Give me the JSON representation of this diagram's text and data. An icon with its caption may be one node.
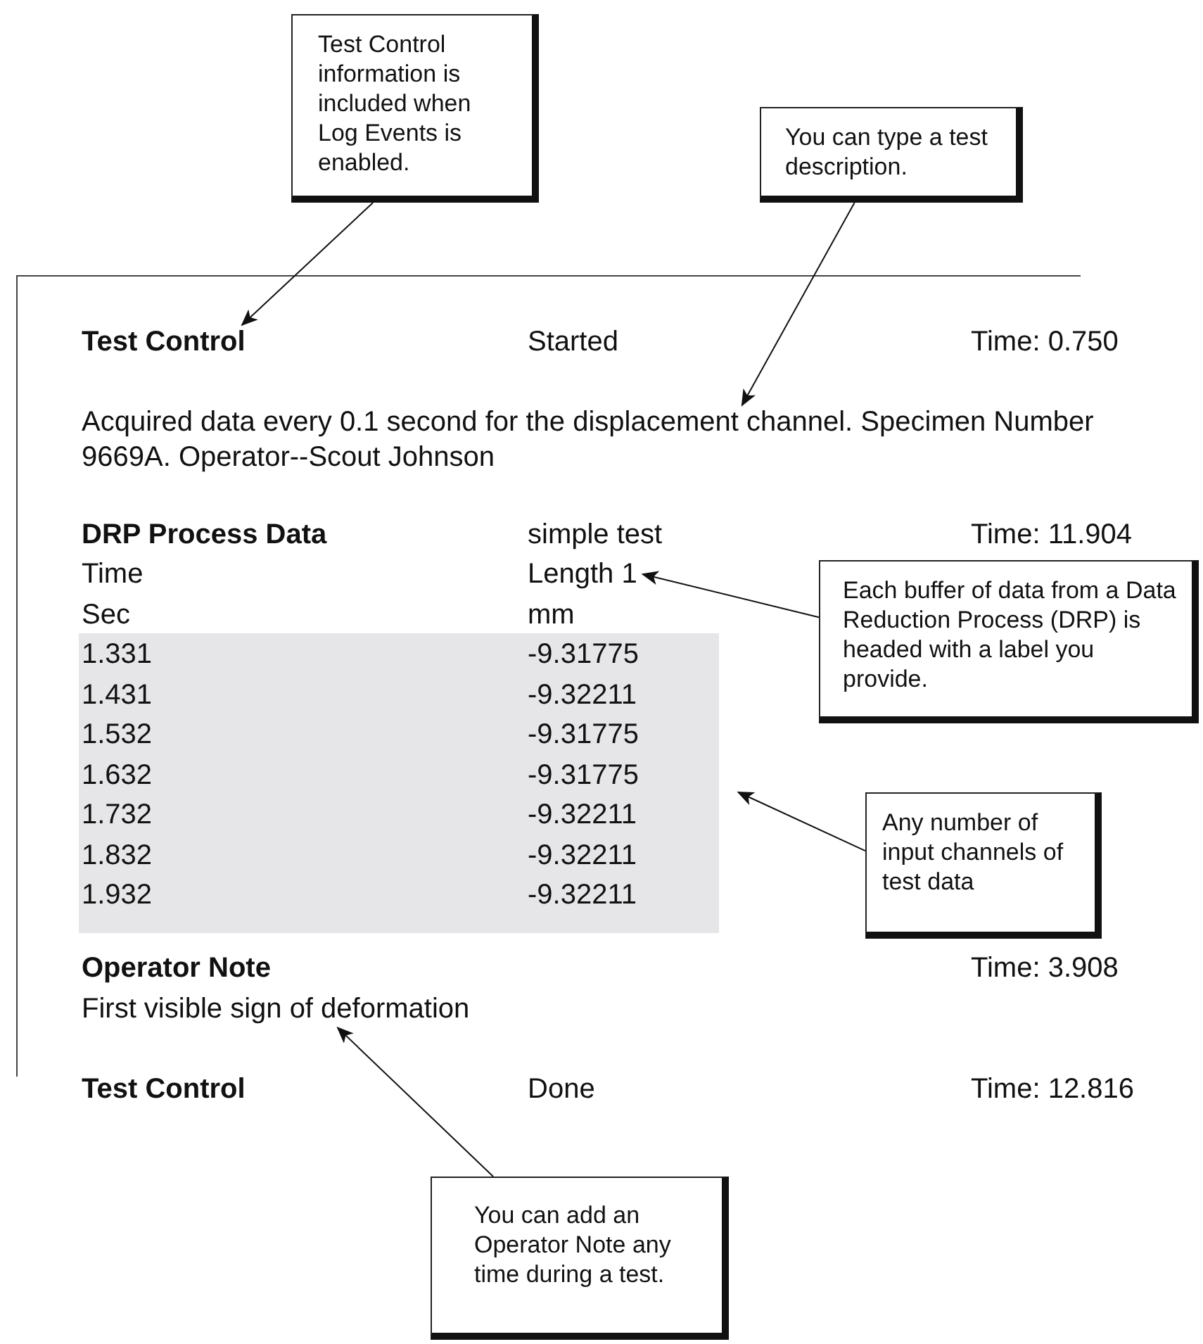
{
  "diagram": {
    "nodes": [
      {
        "text": [
          "Test Control information is included when Log Events is enabled."
        ]
      },
      {
        "text": [
          "You can type a test description."
        ]
      },
      {
        "text": [
          "Test Control"
        ]
      },
      {
        "text": [
          "Acquired data every 0.1 second for the displacement channel. Specimen Number 9669A. Operator--Scout Johnson"
        ]
      },
      {
        "text": [
          "Length 1"
        ]
      },
      {
        "text": [
          "Each buffer of data from a Data Reduction Process (DRP) is headed with a label you provide."
        ]
      },
      {
        "text": [
          "1.331",
          "-9.31775",
          "1.431",
          "-9.32211",
          "1.532",
          "-9.31775",
          "1.632",
          "-9.31775",
          "1.732",
          "-9.32211",
          "1.832",
          "-9.32211",
          "1.932",
          "-9.32211"
        ]
      },
      {
        "text": [
          "Any number of input channels of test data"
        ]
      },
      {
        "text": [
          "First visible sign of deformation"
        ]
      },
      {
        "text": [
          "You can add an Operator Note any time during a test."
        ]
      }
    ],
    "edges": [
      {
        "from": 0,
        "to": 2,
        "arrow": "to"
      },
      {
        "from": 1,
        "to": 3,
        "arrow": "to"
      },
      {
        "from": 5,
        "to": 4,
        "arrow": "to"
      },
      {
        "from": 7,
        "to": 6,
        "arrow": "to"
      },
      {
        "from": 9,
        "to": 8,
        "arrow": "to"
      }
    ],
    "labels": [
      "Started",
      "Time: 0.750",
      "DRP Process Data",
      "simple test",
      "Time: 11.904",
      "Time",
      "Sec",
      "mm",
      "Operator Note",
      "Time: 3.908",
      "Test Control",
      "Done",
      "Time: 12.816"
    ]
  }
}
